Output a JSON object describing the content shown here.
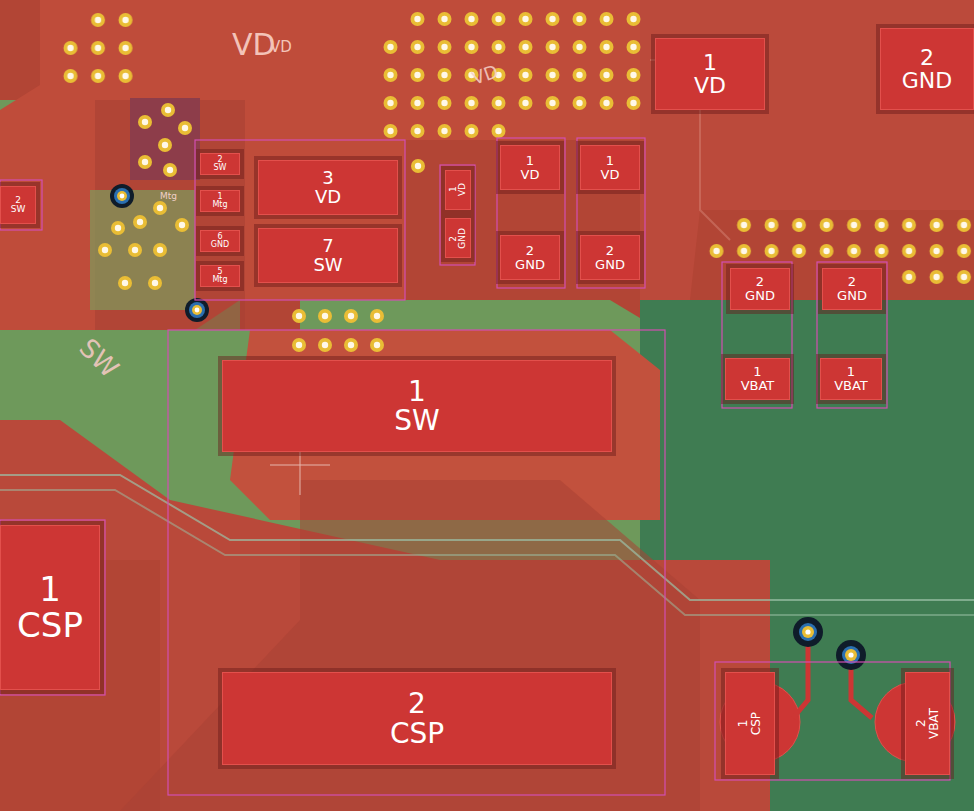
{
  "diagram": {
    "nodes": [
      {
        "text": [
          "1",
          "VD"
        ]
      },
      {
        "text": [
          "2",
          "GND"
        ]
      },
      {
        "text": [
          "2",
          "SW"
        ]
      },
      {
        "text": [
          "3",
          "VD"
        ]
      },
      {
        "text": [
          "1",
          "VD"
        ]
      },
      {
        "text": [
          "1",
          "VD"
        ]
      },
      {
        "text": [
          "1",
          "VD"
        ]
      },
      {
        "text": [
          "2",
          "SW"
        ]
      },
      {
        "text": [
          "1",
          "Mtg"
        ]
      },
      {
        "text": [
          "2",
          "GND"
        ]
      },
      {
        "text": [
          "6",
          "GND"
        ]
      },
      {
        "text": [
          "7",
          "SW"
        ]
      },
      {
        "text": [
          "2",
          "GND"
        ]
      },
      {
        "text": [
          "2",
          "GND"
        ]
      },
      {
        "text": [
          "5",
          "Mtg"
        ]
      },
      {
        "text": [
          "2",
          "GND"
        ]
      },
      {
        "text": [
          "2",
          "GND"
        ]
      },
      {
        "text": [
          "1",
          "VBAT"
        ]
      },
      {
        "text": [
          "1",
          "VBAT"
        ]
      },
      {
        "text": [
          "1",
          "SW"
        ]
      },
      {
        "text": [
          "1",
          "CSP"
        ]
      },
      {
        "text": [
          "1",
          "CSP"
        ]
      },
      {
        "text": [
          "2",
          "VBAT"
        ]
      },
      {
        "text": [
          "2",
          "CSP"
        ]
      }
    ],
    "labels": [
      "VD",
      "VD",
      "VD",
      "Mtg",
      "SW"
    ]
  }
}
